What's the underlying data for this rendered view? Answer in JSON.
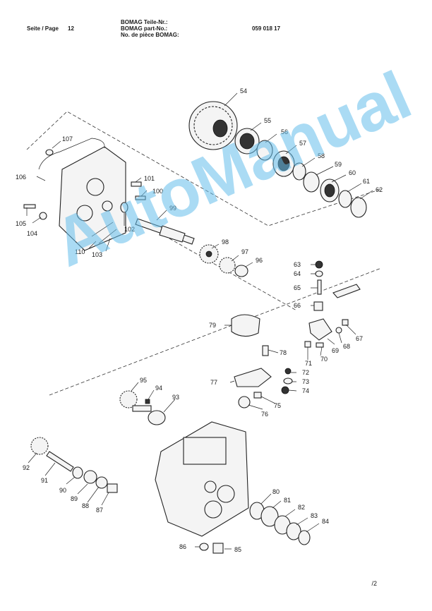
{
  "header": {
    "page_label": "Seite / Page",
    "page_number": "12",
    "part_labels": [
      "BOMAG Teile-Nr.:",
      "BOMAG part-No.:",
      "No. de pièce BOMAG:"
    ],
    "part_number": "059 018 17"
  },
  "callouts": {
    "c54": "54",
    "c55": "55",
    "c56": "56",
    "c57": "57",
    "c58": "58",
    "c59": "59",
    "c60": "60",
    "c61": "61",
    "c62": "62",
    "c107": "107",
    "c106": "106",
    "c101": "101",
    "c100": "100",
    "c99": "99",
    "c105": "105",
    "c104": "104",
    "c102": "102",
    "c110": "110",
    "c103": "103",
    "c98": "98",
    "c97": "97",
    "c96": "96",
    "c63": "63",
    "c64": "64",
    "c65": "65",
    "c66": "66",
    "c79": "79",
    "c68": "68",
    "c67": "67",
    "c69": "69",
    "c70": "70",
    "c71": "71",
    "c78": "78",
    "c72": "72",
    "c73": "73",
    "c74": "74",
    "c77": "77",
    "c75": "75",
    "c76": "76",
    "c95": "95",
    "c94": "94",
    "c93": "93",
    "c92": "92",
    "c91": "91",
    "c90": "90",
    "c89": "89",
    "c88": "88",
    "c87": "87",
    "c80": "80",
    "c81": "81",
    "c82": "82",
    "c83": "83",
    "c84": "84",
    "c86": "86",
    "c85": "85"
  },
  "watermark": "AutoManual",
  "footer": "/2",
  "colors": {
    "watermark": "#64bee6",
    "ink": "#1a1a1a"
  }
}
